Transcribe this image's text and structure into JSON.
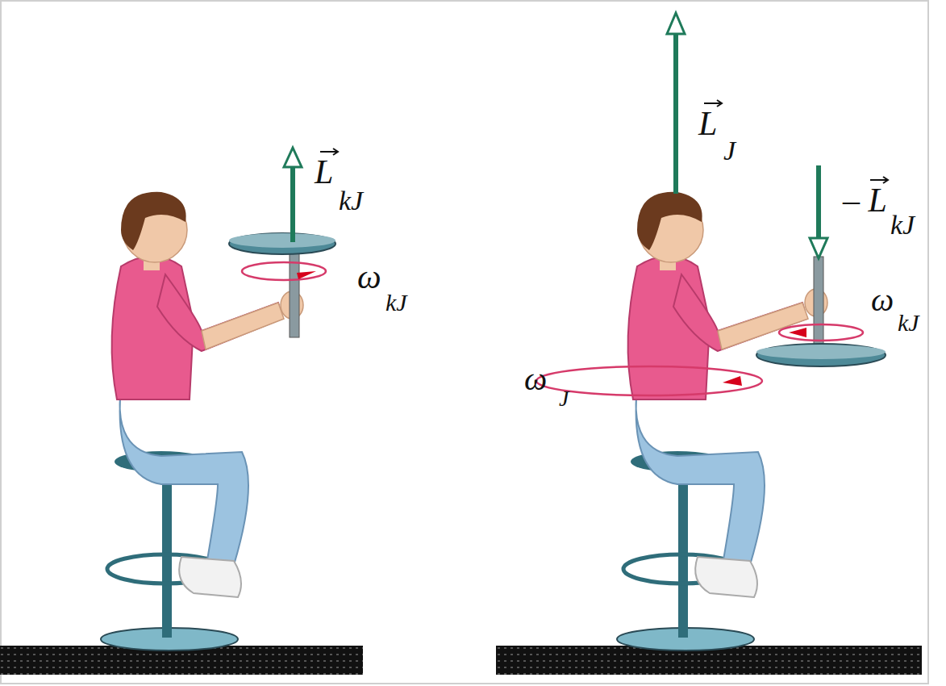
{
  "diagram": {
    "labels": [
      "L",
      "kJ",
      "ω",
      "kJ",
      "L",
      "J",
      "– L",
      "kJ",
      "ω",
      "kJ",
      "ω",
      "J"
    ]
  }
}
